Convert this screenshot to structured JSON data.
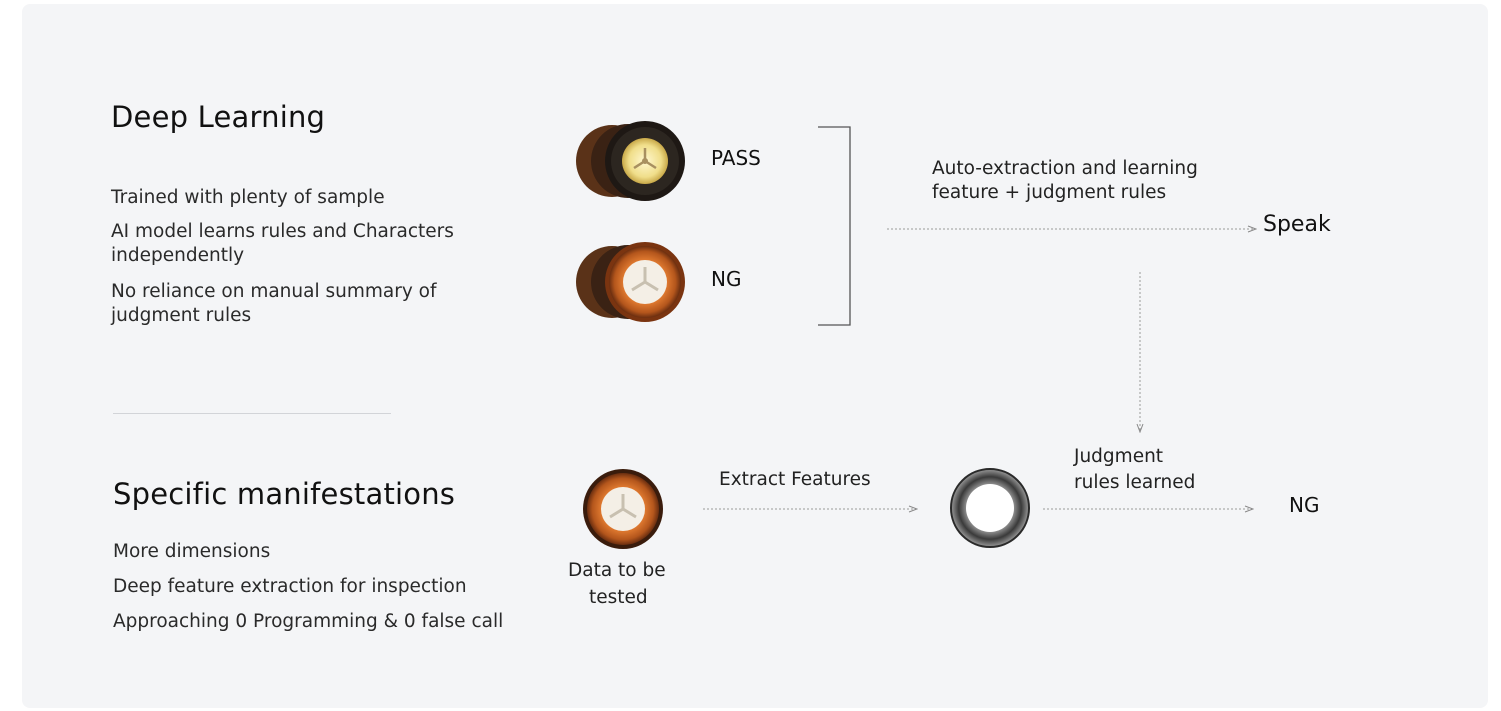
{
  "section1": {
    "title": "Deep Learning",
    "lines": [
      "Trained with plenty of sample",
      "AI model learns rules and Characters",
      "independently",
      "No reliance on manual summary of",
      "judgment rules"
    ]
  },
  "section2": {
    "title": "Specific manifestations",
    "lines": [
      "More dimensions",
      "Deep feature extraction for inspection",
      "Approaching 0 Programming & 0 false call"
    ]
  },
  "diagram": {
    "pass_label": "PASS",
    "ng_label": "NG",
    "auto_line1": "Auto-extraction and learning",
    "auto_line2": "feature  + judgment rules",
    "speak_label": "Speak",
    "extract_label": "Extract Features",
    "judgment_line1": "Judgment",
    "judgment_line2": "rules learned",
    "result_label": "NG",
    "data_line1": "Data to be",
    "data_line2": "tested"
  },
  "colors": {
    "background": "#f4f5f7",
    "copper": "#b4561c",
    "dark_ring": "#2a2420",
    "pass_core": "#f2e6a8",
    "ng_core": "#f4efe6"
  }
}
